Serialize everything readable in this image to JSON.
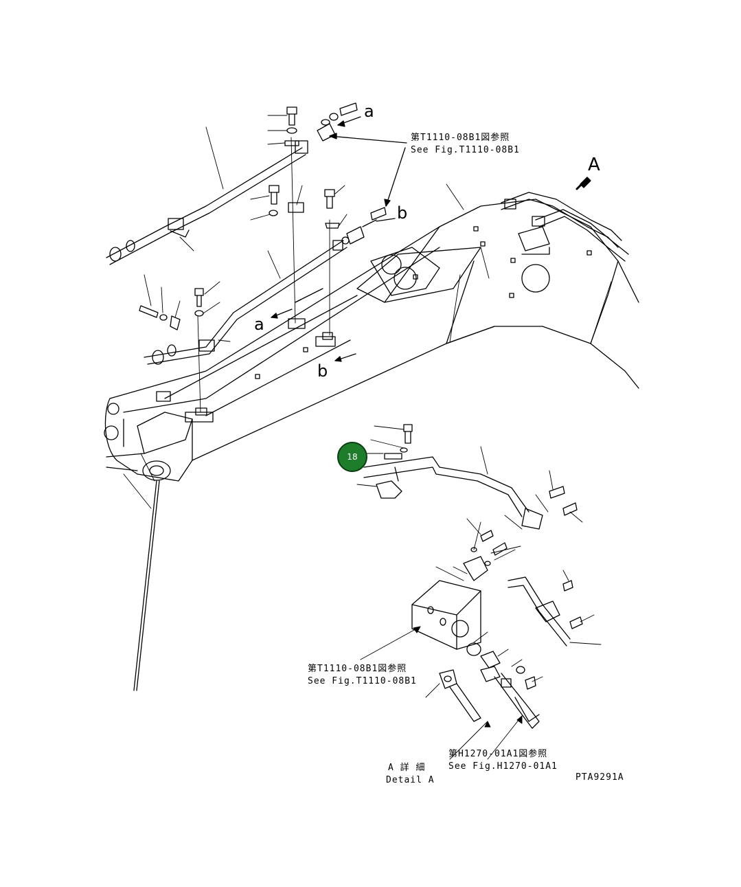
{
  "references": {
    "t1110_top": {
      "jp": "第T1110-08B1図参照",
      "en": "See Fig.T1110-08B1"
    },
    "t1110_bottom": {
      "jp": "第T1110-08B1図参照",
      "en": "See Fig.T1110-08B1"
    },
    "h1270": {
      "jp": "第H1270-01A1図参照",
      "en": "See Fig.H1270-01A1"
    }
  },
  "letters": {
    "a_top": "a",
    "b_top": "b",
    "a_mid": "a",
    "b_mid": "b",
    "view_a": "A"
  },
  "detail": {
    "jp": "A 詳 細",
    "en": "Detail A"
  },
  "drawing_code": "PTA9291A",
  "callout": {
    "number": "18",
    "color": "#1e7d2a"
  }
}
